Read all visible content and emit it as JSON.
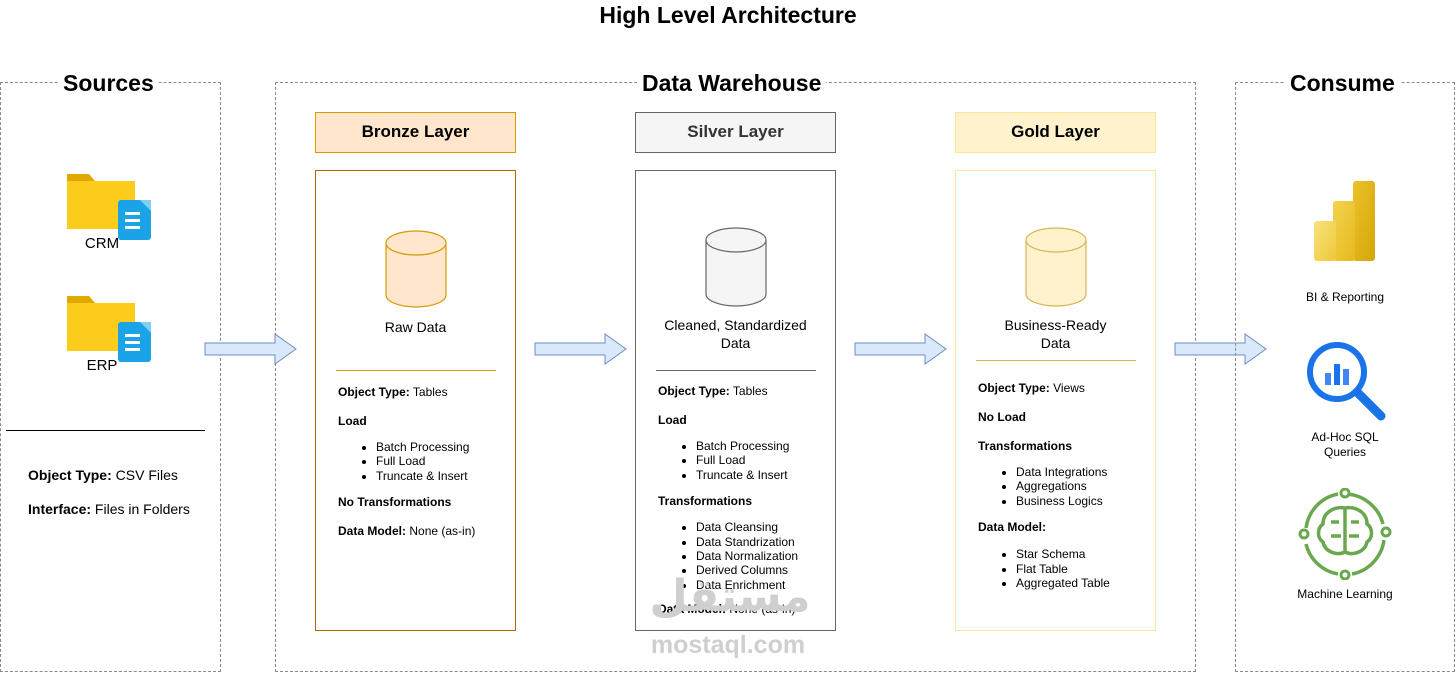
{
  "title": "High Level Architecture",
  "sources": {
    "title": "Sources",
    "items": [
      {
        "label": "CRM",
        "icon": "folder-file-icon"
      },
      {
        "label": "ERP",
        "icon": "folder-file-icon"
      }
    ],
    "object_type_label": "Object Type:",
    "object_type_value": " CSV Files",
    "interface_label": "Interface:",
    "interface_value": " Files in Folders"
  },
  "warehouse": {
    "title": "Data Warehouse",
    "bronze": {
      "header": "Bronze Layer",
      "db_label": "Raw Data",
      "object_type_label": "Object Type:",
      "object_type_value": " Tables",
      "load_label": "Load",
      "load_items": [
        "Batch Processing",
        "Full Load",
        "Truncate & Insert"
      ],
      "transform_label": "No Transformations",
      "model_label": "Data Model:",
      "model_value": " None (as-in)"
    },
    "silver": {
      "header": "Silver Layer",
      "db_label_1": "Cleaned, Standardized",
      "db_label_2": "Data",
      "object_type_label": "Object Type:",
      "object_type_value": " Tables",
      "load_label": "Load",
      "load_items": [
        "Batch Processing",
        "Full Load",
        "Truncate & Insert"
      ],
      "transform_label": "Transformations",
      "transform_items": [
        "Data Cleansing",
        "Data Standrization",
        "Data Normalization",
        "Derived Columns",
        "Data Enrichment"
      ],
      "model_label": "Data Model:",
      "model_value": " None (as-in)"
    },
    "gold": {
      "header": "Gold Layer",
      "db_label_1": "Business-Ready",
      "db_label_2": "Data",
      "object_type_label": "Object Type:",
      "object_type_value": " Views",
      "load_label": "No Load",
      "transform_label": "Transformations",
      "transform_items": [
        "Data Integrations",
        "Aggregations",
        "Business Logics"
      ],
      "model_label": "Data Model:",
      "model_items": [
        "Star Schema",
        "Flat Table",
        "Aggregated Table"
      ]
    }
  },
  "consume": {
    "title": "Consume",
    "items": [
      {
        "label": "BI & Reporting",
        "icon": "power-bi-icon"
      },
      {
        "label_1": "Ad-Hoc SQL",
        "label_2": "Queries",
        "icon": "search-chart-icon"
      },
      {
        "label": "Machine Learning",
        "icon": "brain-circuit-icon"
      }
    ]
  },
  "watermark": {
    "arabic": "مستقل",
    "latin": "mostaql.com"
  },
  "colors": {
    "bronze_fill": "#ffe6cc",
    "bronze_stroke": "#d79b00",
    "silver_fill": "#f5f5f5",
    "silver_stroke": "#666666",
    "gold_fill": "#fff2cc",
    "gold_stroke": "#d6b656",
    "arrow_fill": "#dae8fc",
    "arrow_stroke": "#6c8ebf"
  }
}
